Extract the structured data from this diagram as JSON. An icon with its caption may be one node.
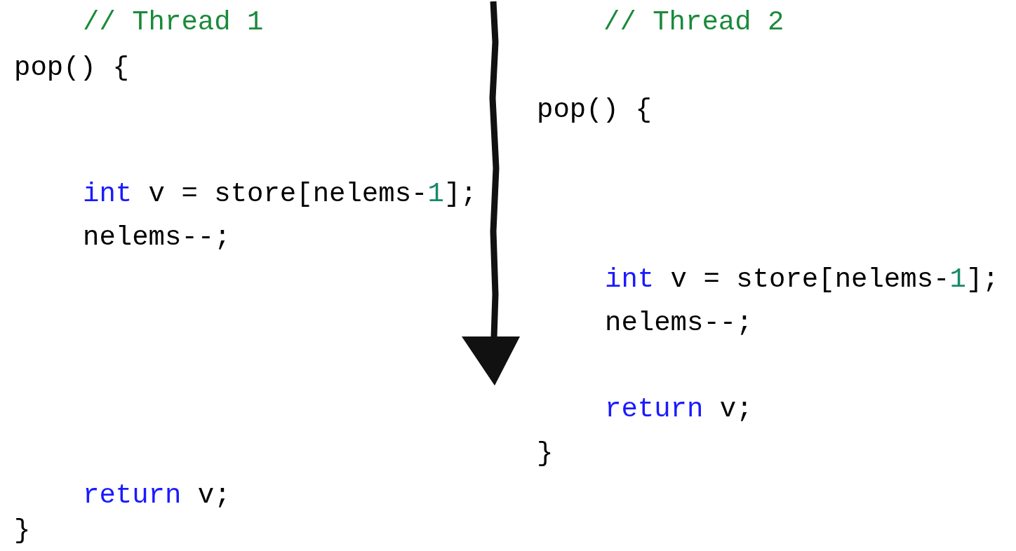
{
  "diagram": {
    "labels": [
      "// Thread 1",
      "// Thread 2",
      "pop() {",
      "pop() {",
      "int v = store[nelems-1];",
      "nelems--;",
      "int v = store[nelems-1];",
      "nelems--;",
      "return v;",
      "}",
      "return v;",
      "}"
    ]
  }
}
